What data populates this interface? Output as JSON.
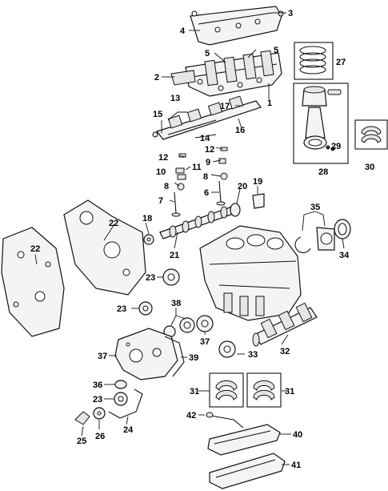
{
  "callouts": {
    "c1": "1",
    "c2": "2",
    "c3": "3",
    "c4": "4",
    "c5a": "5",
    "c5b": "5",
    "c6": "6",
    "c7": "7",
    "c8a": "8",
    "c8b": "8",
    "c9": "9",
    "c10": "10",
    "c11": "11",
    "c12a": "12",
    "c12b": "12",
    "c13": "13",
    "c14": "14",
    "c15": "15",
    "c16": "16",
    "c17": "17",
    "c18": "18",
    "c19": "19",
    "c20": "20",
    "c21": "21",
    "c22a": "22",
    "c22b": "22",
    "c23a": "23",
    "c23b": "23",
    "c23c": "23",
    "c24": "24",
    "c25": "25",
    "c26": "26",
    "c27": "27",
    "c28": "28",
    "c29": "29",
    "c30": "30",
    "c31a": "31",
    "c31b": "31",
    "c32": "32",
    "c33": "33",
    "c34": "34",
    "c35": "35",
    "c36": "36",
    "c37a": "37",
    "c37b": "37",
    "c38": "38",
    "c39": "39",
    "c40": "40",
    "c41": "41",
    "c42": "42"
  }
}
